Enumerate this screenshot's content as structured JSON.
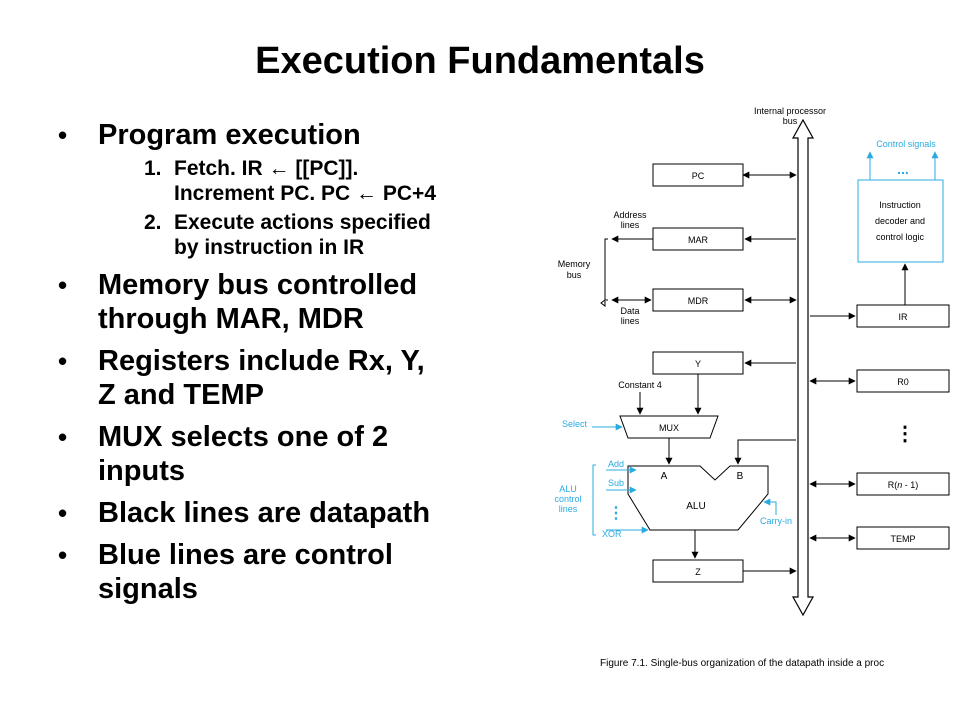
{
  "title": "Execution Fundamentals",
  "bullets": [
    {
      "lines": [
        "Program execution"
      ],
      "sub": [
        {
          "num": "1.",
          "lines": [
            "Fetch. IR ← [[PC]].",
            "Increment PC. PC ← PC+4"
          ]
        },
        {
          "num": "2.",
          "lines": [
            "Execute actions specified",
            "by instruction in IR"
          ]
        }
      ]
    },
    {
      "lines": [
        "Memory bus controlled",
        "through MAR, MDR"
      ]
    },
    {
      "lines": [
        "Registers include Rx, Y,",
        "Z and TEMP"
      ]
    },
    {
      "lines": [
        "MUX selects one of 2",
        "inputs"
      ]
    },
    {
      "lines": [
        "Black lines are datapath"
      ]
    },
    {
      "lines": [
        "Blue lines are control",
        "signals"
      ]
    }
  ],
  "bullet_char": "•",
  "diagram": {
    "bus_label_1": "Internal processor",
    "bus_label_2": "bus",
    "control_signals": "Control signals",
    "decoder_1": "Instruction",
    "decoder_2": "decoder and",
    "decoder_3": "control logic",
    "pc": "PC",
    "mar": "MAR",
    "mdr": "MDR",
    "y": "Y",
    "z": "Z",
    "ir": "IR",
    "r0": "R0",
    "rn_prefix": "R(",
    "rn_n": "n",
    "rn_suffix": " - 1)",
    "temp": "TEMP",
    "address_1": "Address",
    "address_2": "lines",
    "memory_1": "Memory",
    "memory_2": "bus",
    "data_1": "Data",
    "data_2": "lines",
    "constant": "Constant 4",
    "mux": "MUX",
    "select": "Select",
    "alu": "ALU",
    "alu_a": "A",
    "alu_b": "B",
    "add": "Add",
    "sub": "Sub",
    "xor": "XOR",
    "alu_ctrl_1": "ALU",
    "alu_ctrl_2": "control",
    "alu_ctrl_3": "lines",
    "carry_in": "Carry-in",
    "caption": "Figure 7.1.  Single-bus organization of the datapath inside a proc"
  },
  "colors": {
    "control": "#29abe2",
    "datapath": "#000000"
  }
}
